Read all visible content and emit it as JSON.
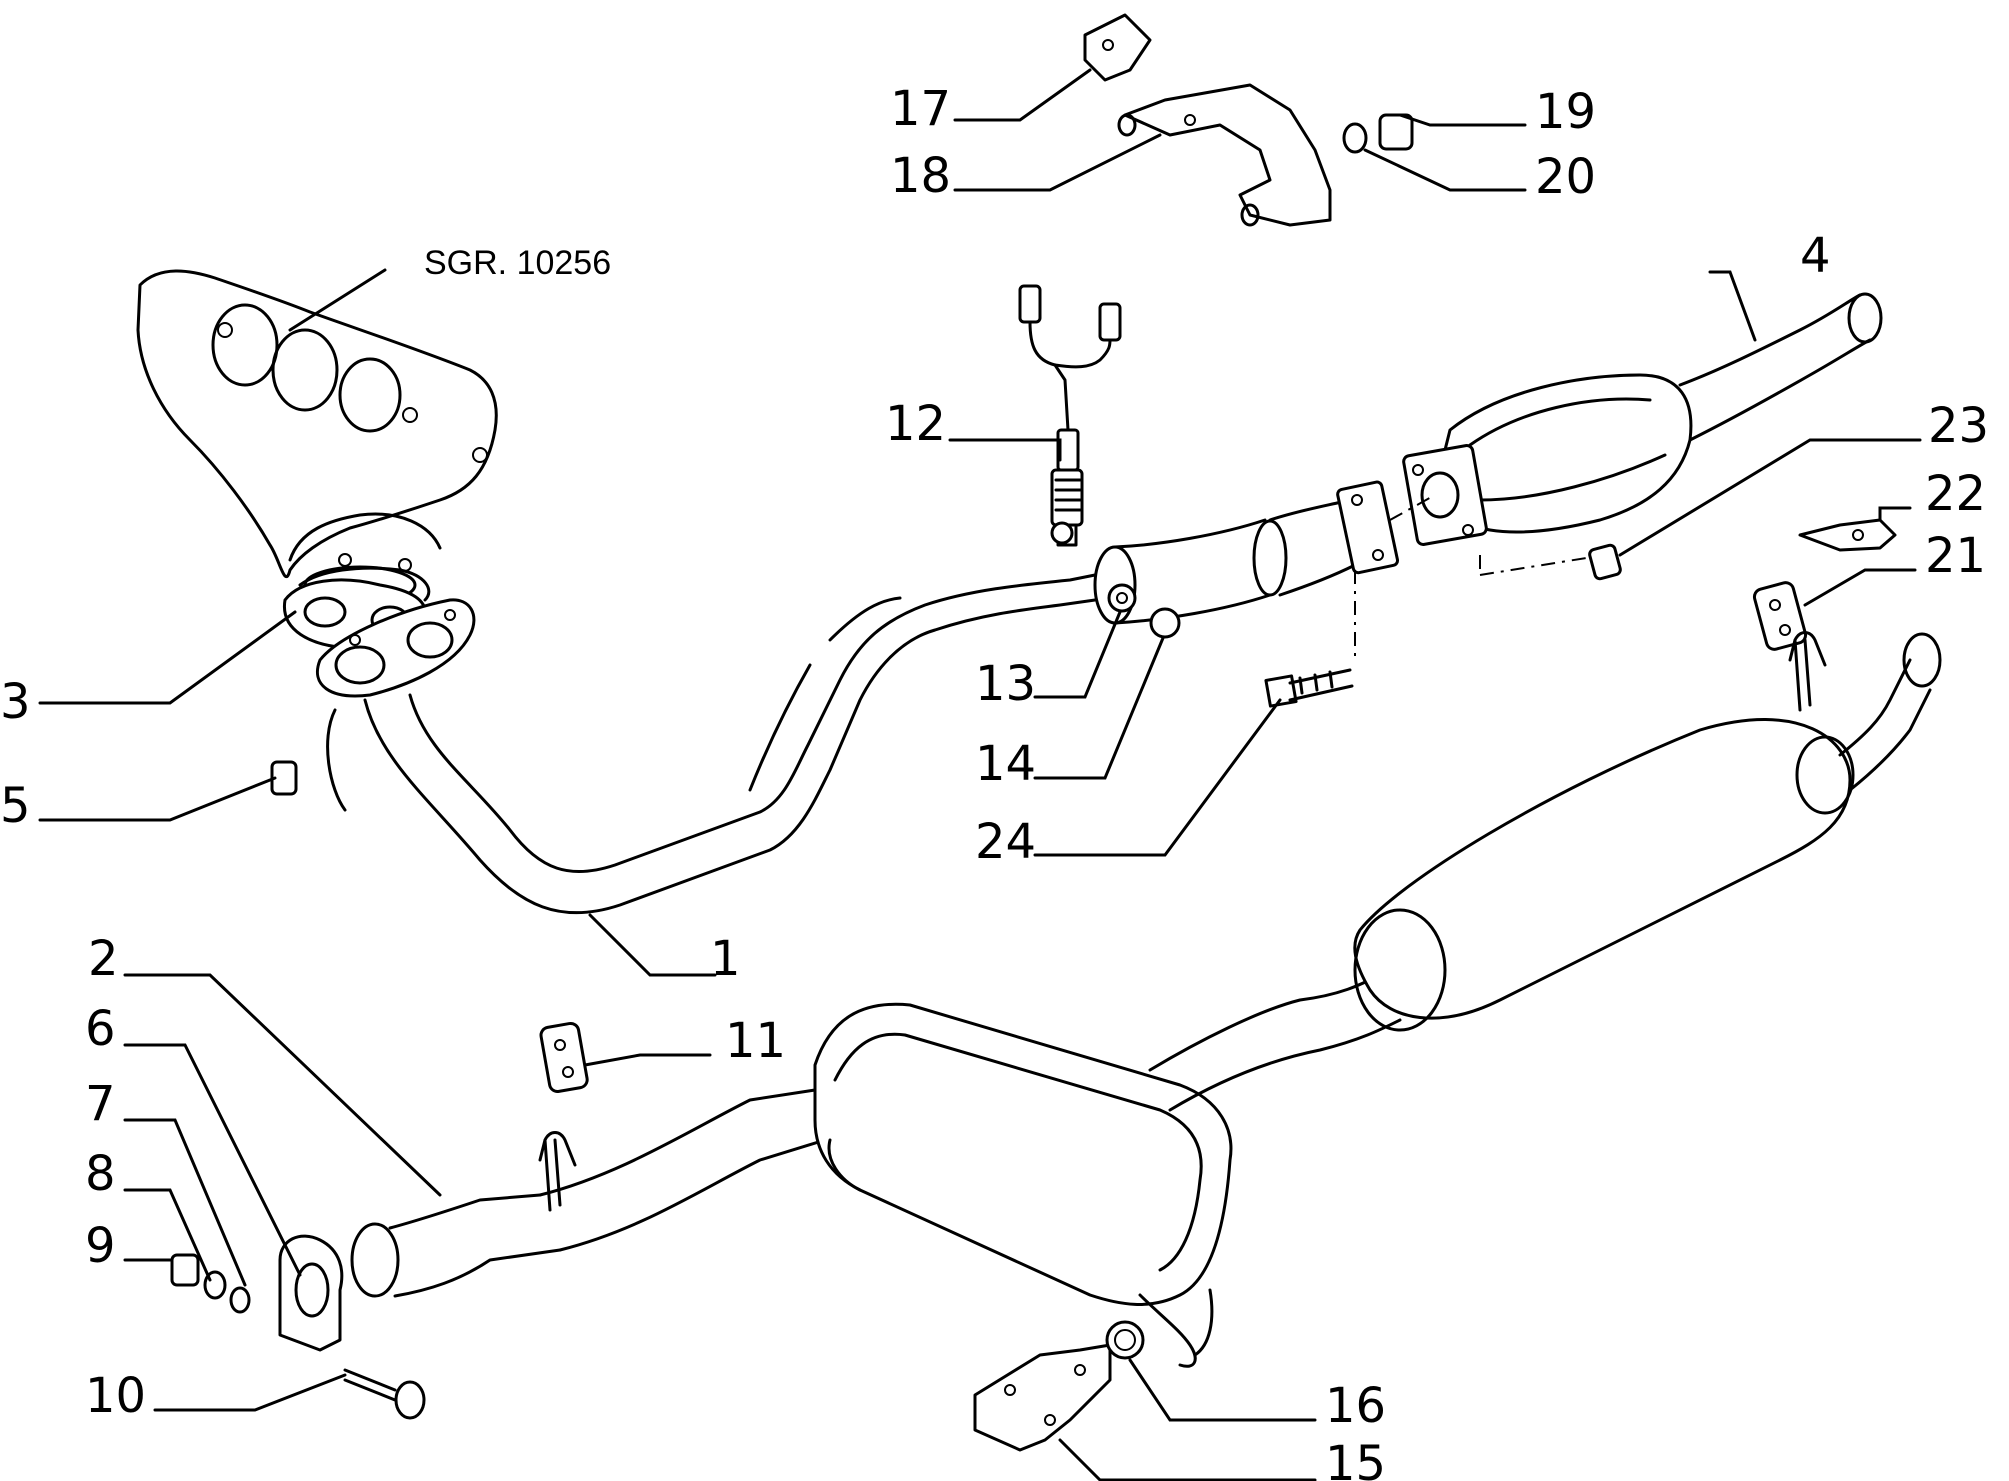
{
  "diagram": {
    "reference": "SGR. 10256",
    "callouts": {
      "c1": "1",
      "c2": "2",
      "c3": "3",
      "c4": "4",
      "c5": "5",
      "c6": "6",
      "c7": "7",
      "c8": "8",
      "c9": "9",
      "c10": "10",
      "c11": "11",
      "c12": "12",
      "c13": "13",
      "c14": "14",
      "c15": "15",
      "c16": "16",
      "c17": "17",
      "c18": "18",
      "c19": "19",
      "c20": "20",
      "c21": "21",
      "c22": "22",
      "c23": "23",
      "c24": "24"
    }
  }
}
